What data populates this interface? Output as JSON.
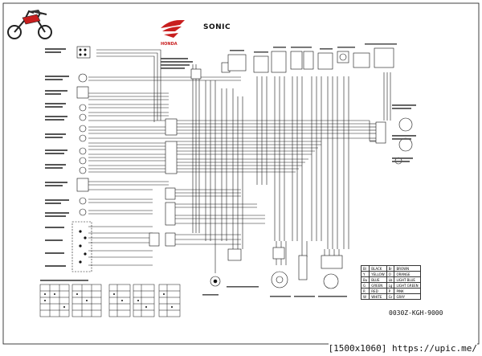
{
  "header": {
    "model_title": "SONIC",
    "brand": "HONDA"
  },
  "part_number": "0030Z-KGH-9000",
  "footer": "[1500x1060] https://upic.me/",
  "colors": {
    "wire": "#1a1a1a",
    "honda_red": "#c81e1e",
    "component": "#ffffff"
  },
  "wire_color_legend": [
    {
      "code": "Bl",
      "name": "BLACK"
    },
    {
      "code": "Br",
      "name": "BROWN"
    },
    {
      "code": "Y",
      "name": "YELLOW"
    },
    {
      "code": "O",
      "name": "ORANGE"
    },
    {
      "code": "Bu",
      "name": "BLUE"
    },
    {
      "code": "Lb",
      "name": "LIGHT BLUE"
    },
    {
      "code": "G",
      "name": "GREEN"
    },
    {
      "code": "Lg",
      "name": "LIGHT GREEN"
    },
    {
      "code": "R",
      "name": "RED"
    },
    {
      "code": "P",
      "name": "PINK"
    },
    {
      "code": "W",
      "name": "WHITE"
    },
    {
      "code": "Gr",
      "name": "GRAY"
    }
  ]
}
